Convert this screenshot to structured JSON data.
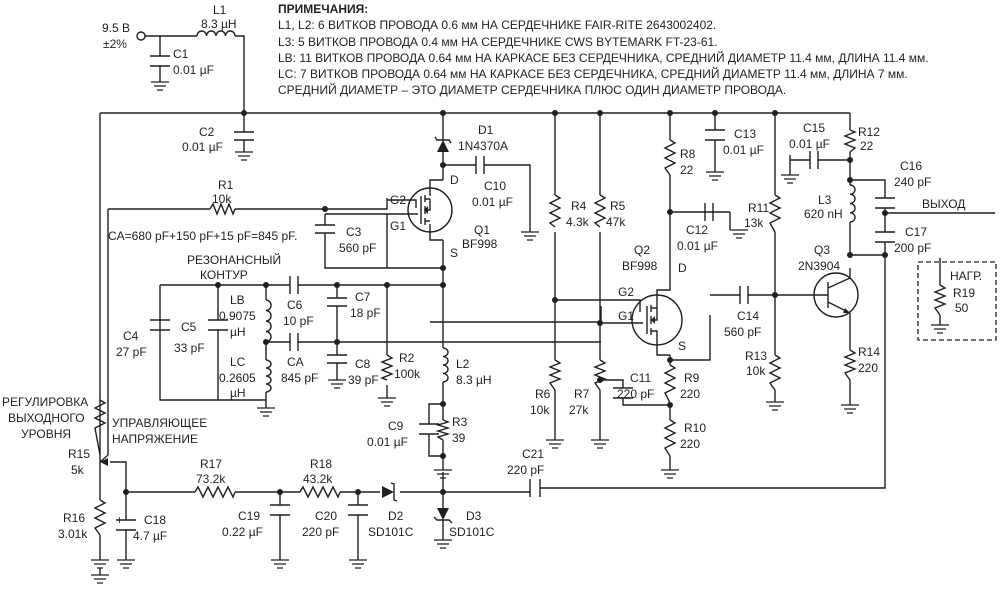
{
  "notes": {
    "heading": "ПРИМЕЧАНИЯ:",
    "lines": [
      "L1, L2: 6 ВИТКОВ ПРОВОДА 0.6 мм НА СЕРДЕЧНИКЕ FAIR-RITE 2643002402.",
      "L3: 5 ВИТКОВ ПРОВОДА 0.4 мм НА СЕРДЕЧНИКЕ CWS BYTEMARK FT-23-61.",
      "LB: 11 ВИТКОВ ПРОВОДА 0.64 мм НА КАРКАСЕ БЕЗ СЕРДЕЧНИКА, СРЕДНИЙ ДИАМЕТР 11.4 мм, ДЛИНА 11.4 мм.",
      "LC: 7 ВИТКОВ ПРОВОДА 0.64 мм НА КАРКАСЕ БЕЗ СЕРДЕЧНИКА, СРЕДНИЙ ДИАМЕТР 11.4 мм, ДЛИНА 7 мм.",
      "СРЕДНИЙ ДИАМЕТР – ЭТО ДИАМЕТР СЕРДЕЧНИКА ПЛЮС ОДИН ДИАМЕТР ПРОВОДА."
    ]
  },
  "labels": {
    "supply": "9.5 В",
    "supply_tol": "±2%",
    "L1": "L1",
    "L1_val": "8.3 µH",
    "C1": "C1",
    "C1_val": "0.01 µF",
    "C2": "C2",
    "C2_val": "0.01 µF",
    "R1": "R1",
    "R1_val": "10k",
    "CA_eq": "CA=680 pF+150 pF+15 pF=845 pF.",
    "D1": "D1",
    "D1_val": "1N4370A",
    "D_pin": "D",
    "S_pin": "S",
    "G2_pin": "G2",
    "G1_pin": "G1",
    "Q1": "Q1",
    "Q1_val": "BF998",
    "C10": "C10",
    "C10_val": "0.01 µF",
    "C3": "C3",
    "C3_val": "560 pF",
    "res_circuit": "РЕЗОНАНСНЫЙ",
    "res_circuit2": "КОНТУР",
    "LB": "LB",
    "LB_val": "0.9075",
    "LB_unit": "µH",
    "C6": "C6",
    "C6_val": "10 pF",
    "C7": "C7",
    "C7_val": "18 pF",
    "C4": "C4",
    "C4_val": "27 pF",
    "C5": "C5",
    "C5_val": "33 pF",
    "LC": "LC",
    "LC_val": "0.2605",
    "LC_unit": "µH",
    "CA": "CA",
    "CA_val": "845 pF",
    "C8": "C8",
    "C8_val": "39 pF",
    "R2": "R2",
    "R2_val": "100k",
    "L2": "L2",
    "L2_val": "8.3 µH",
    "C9": "C9",
    "C9_val": "0.01 µF",
    "R3": "R3",
    "R3_val": "39",
    "R4": "R4",
    "R4_val": "4.3k",
    "R5": "R5",
    "R5_val": "47k",
    "R6": "R6",
    "R6_val": "10k",
    "R7": "R7",
    "R7_val": "27k",
    "R8": "R8",
    "R8_val": "22",
    "C13": "C13",
    "C13_val": "0.01 µF",
    "C12": "C12",
    "C12_val": "0.01 µF",
    "R11": "R11",
    "R11_val": "13k",
    "Q2": "Q2",
    "Q2_val": "BF998",
    "C11": "C11",
    "C11_val": "220 pF",
    "R9": "R9",
    "R9_val": "220",
    "R10": "R10",
    "R10_val": "220",
    "C14": "C14",
    "C14_val": "560 pF",
    "R13": "R13",
    "R13_val": "10k",
    "C15": "C15",
    "C15_val": "0.01 µF",
    "R12": "R12",
    "R12_val": "22",
    "C16": "C16",
    "C16_val": "240 pF",
    "L3": "L3",
    "L3_val": "620 nH",
    "out": "ВЫХОД",
    "C17": "C17",
    "C17_val": "200 pF",
    "Q3": "Q3",
    "Q3_val": "2N3904",
    "R14": "R14",
    "R14_val": "220",
    "load": "НАГР.",
    "R19": "R19",
    "R19_val": "50",
    "lvl1": "РЕГУЛИРОВКА",
    "lvl2": "ВЫХОДНОГО",
    "lvl3": "УРОВНЯ",
    "ctrl1": "УПРАВЛЯЮЩЕЕ",
    "ctrl2": "НАПРЯЖЕНИЕ",
    "R15": "R15",
    "R15_val": "5k",
    "R16": "R16",
    "R16_val": "3.01k",
    "C18": "C18",
    "C18_val": "4.7 µF",
    "plus": "+",
    "R17": "R17",
    "R17_val": "73.2k",
    "C19": "C19",
    "C19_val": "0.22 µF",
    "R18": "R18",
    "R18_val": "43.2k",
    "C20": "C20",
    "C20_val": "220 pF",
    "D2": "D2",
    "D2_val": "SD101C",
    "D3": "D3",
    "D3_val": "SD101C",
    "C21": "C21",
    "C21_val": "220 pF"
  }
}
